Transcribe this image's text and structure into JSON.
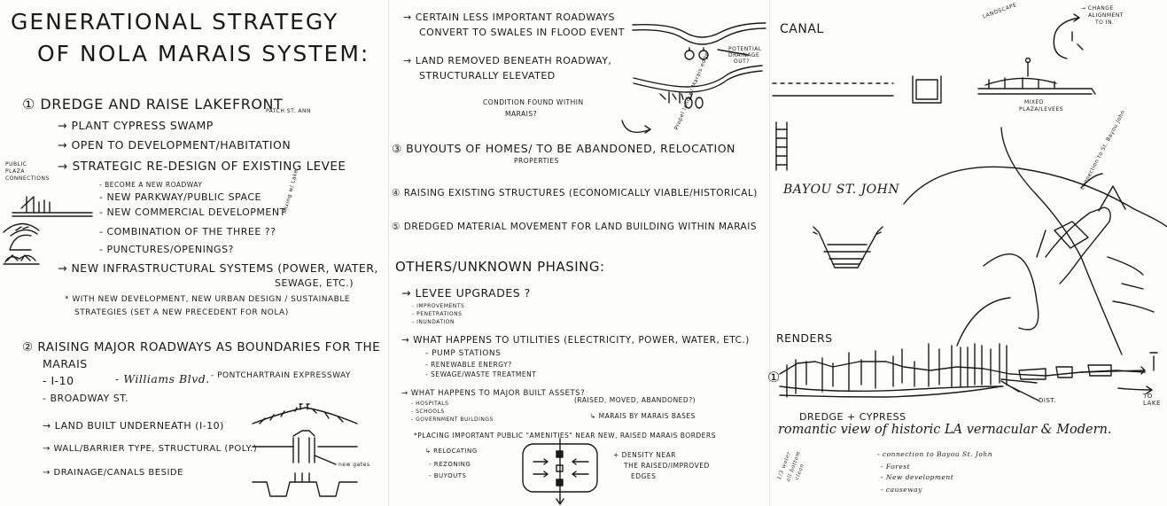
{
  "left": {
    "title_1": "GENERATIONAL STRATEGY",
    "title_2": "OF NOLA MARAIS SYSTEM:",
    "s1_heading": "① DREDGE AND RAISE LAKEFRONT",
    "s1_note": "PATCH ST. ANN",
    "s1_items": [
      "→ PLANT CYPRESS SWAMP",
      "→ OPEN TO DEVELOPMENT/HABITATION",
      "→ STRATEGIC RE-DESIGN OF EXISTING LEVEE"
    ],
    "s1_subitems": [
      "- BECOME A NEW ROADWAY",
      "- NEW PARKWAY/PUBLIC SPACE",
      "- NEW COMMERCIAL DEVELOPMENT",
      "- COMBINATION OF THE THREE ??",
      "- PUNCTURES/OPENINGS?"
    ],
    "margin_note": "PUBLIC PLAZA CONNECTIONS",
    "side_note": "Mixing w/ Lake",
    "s1_infra_1": "→ NEW INFRASTRUCTURAL SYSTEMS (POWER, WATER,",
    "s1_infra_2": "SEWAGE, ETC.)",
    "s1_star_1": "* WITH NEW DEVELOPMENT, NEW URBAN DESIGN / SUSTAINABLE",
    "s1_star_2": "STRATEGIES (SET A NEW PRECEDENT FOR NOLA)",
    "s2_heading_1": "② RAISING MAJOR ROADWAYS AS BOUNDARIES FOR THE",
    "s2_heading_2": "MARAIS",
    "s2_roads_1": "- I-10",
    "s2_roads_2": "- Williams Blvd.",
    "s2_roads_3": "- PONTCHARTRAIN EXPRESSWAY",
    "s2_roads_4": "- BROADWAY ST.",
    "s2_items": [
      "→ LAND BUILT UNDERNEATH (I-10)",
      "→ WALL/BARRIER TYPE, STRUCTURAL (POLY.)",
      "→ DRAINAGE/CANALS BESIDE"
    ],
    "new_gates_label": "new gates"
  },
  "middle": {
    "n1_1": "→ CERTAIN LESS IMPORTANT ROADWAYS",
    "n1_2": "CONVERT TO SWALES IN FLOOD EVENT",
    "potential_label_1": "POTENTIAL",
    "potential_label_2": "DRAINAGE",
    "potential_label_3": "OUT?",
    "n2_1": "→ LAND REMOVED BENEATH ROADWAY,",
    "n2_2": "STRUCTURALLY ELEVATED",
    "n3_1": "CONDITION FOUND WITHIN",
    "n3_2": "MARAIS?",
    "edge_label": "Propel land w/ Marais edge",
    "s3_1": "③ BUYOUTS OF HOMES/ TO BE ABANDONED, RELOCATION",
    "s3_2": "PROPERTIES",
    "s4": "④ RAISING EXISTING STRUCTURES (ECONOMICALLY VIABLE/HISTORICAL)",
    "s5": "⑤ DREDGED MATERIAL MOVEMENT FOR LAND BUILDING WITHIN MARAIS",
    "others_heading": "OTHERS/UNKNOWN PHASING:",
    "levee_heading": "→ LEVEE UPGRADES ?",
    "levee_items": [
      "- IMPROVEMENTS",
      "- PENETRATIONS",
      "- INUNDATION"
    ],
    "util_heading": "→ WHAT HAPPENS TO UTILITIES (ELECTRICITY, POWER, WATER, ETC.)",
    "util_items": [
      "- PUMP STATIONS",
      "- RENEWABLE ENERGY?",
      "- SEWAGE/WASTE TREATMENT"
    ],
    "assets_heading": "→ WHAT HAPPENS TO MAJOR BUILT ASSETS?",
    "assets_items": [
      "- HOSPITALS",
      "- SCHOOLS",
      "- GOVERNMENT BUILDINGS"
    ],
    "assets_note_1": "(RAISED, MOVED, ABANDONED?)",
    "assets_note_2": "↳ MARAIS BY MARAIS BASES",
    "placing_1": "*PLACING IMPORTANT PUBLIC \"AMENITIES\" NEAR NEW, RAISED MARAIS BORDERS",
    "placing_items": [
      "↳ RELOCATING",
      "- REZONING",
      "- BUYOUTS"
    ],
    "density_1": "+ DENSITY NEAR",
    "density_2": "THE RAISED/IMPROVED",
    "density_3": "EDGES"
  },
  "right": {
    "canal": "CANAL",
    "landscape": "LANDSCAPE",
    "canal_note_1": "→ CHANGE",
    "canal_note_2": "ALIGNMENT",
    "canal_note_3": "TO IN.",
    "mixed_1": "MIXED",
    "mixed_2": "PLAZA/LEVEES",
    "bayou": "BAYOU ST. JOHN",
    "connection_note": "connection to St. Bayou John",
    "renders": "RENDERS",
    "renders_num": "①",
    "lake_label": "TO LAKE",
    "district_label": "DIST.",
    "dredge": "DREDGE + CYPRESS",
    "romantic": "romantic view of historic LA vernacular & Modern.",
    "left_note_1": "1/3 water",
    "left_note_2": "all bottom",
    "left_note_3": "clean",
    "list": [
      "- connection to Bayou St. John",
      "- Forest",
      "- New development",
      "- causeway"
    ]
  }
}
